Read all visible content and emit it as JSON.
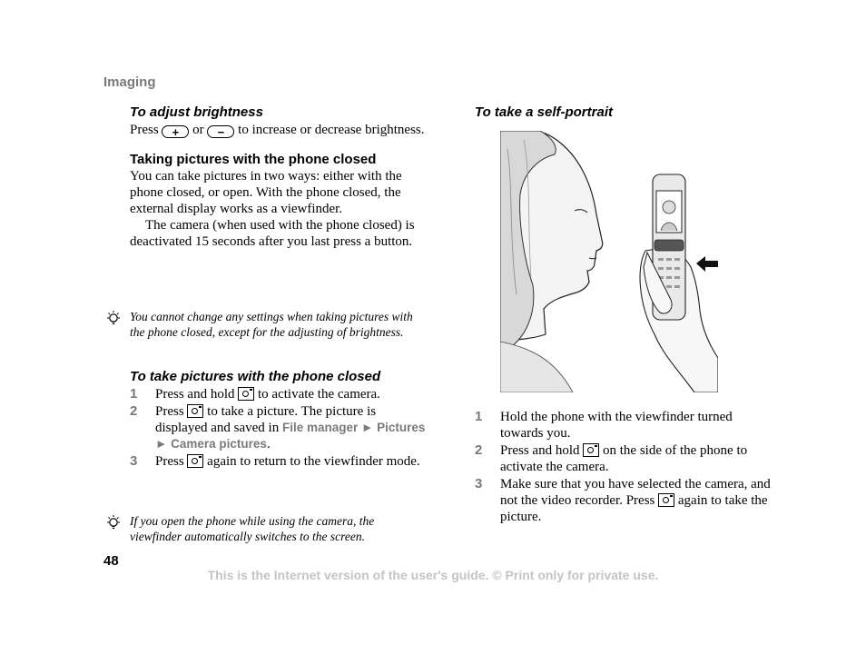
{
  "header": {
    "section": "Imaging"
  },
  "left": {
    "brightness": {
      "title": "To adjust brightness",
      "press": "Press",
      "plus_key": "+",
      "or": "or",
      "minus_key": "−",
      "rest": "to increase or decrease brightness."
    },
    "closed": {
      "title": "Taking pictures with the phone closed",
      "para1": "You can take pictures in two ways: either with the phone closed, or open. With the phone closed, the external display works as a viewfinder.",
      "para2": "The camera (when used with the phone closed) is deactivated 15 seconds after you last press a button."
    },
    "tip1": "You cannot change any settings when taking pictures with the phone closed, except for the adjusting of brightness.",
    "take": {
      "title": "To take pictures with the phone closed",
      "steps": [
        {
          "num": "1",
          "a": "Press and hold",
          "b": "to activate the camera."
        },
        {
          "num": "2",
          "a": "Press",
          "b": "to take a picture. The picture is displayed and saved in",
          "menu1": "File manager",
          "arrow1": "►",
          "menu2": "Pictures",
          "arrow2": "►",
          "menu3": "Camera pictures",
          "end": "."
        },
        {
          "num": "3",
          "a": "Press",
          "b": "again to return to the viewfinder mode."
        }
      ]
    },
    "tip2": "If you open the phone while using the camera, the viewfinder automatically switches to the screen."
  },
  "right": {
    "title": "To take a self-portrait",
    "steps": [
      {
        "num": "1",
        "a": "Hold the phone with the viewfinder turned towards you."
      },
      {
        "num": "2",
        "a": "Press and hold",
        "b": "on the side of the phone to activate the camera."
      },
      {
        "num": "3",
        "a": "Make sure that you have selected the camera, and not the video recorder. Press",
        "b": "again to take the picture."
      }
    ]
  },
  "page_number": "48",
  "footer": "This is the Internet version of the user's guide. © Print only for private use.",
  "icons": {
    "tip": "lightbulb-icon",
    "camera_key": "camera-key-icon",
    "arrow": "arrow-left-icon"
  }
}
